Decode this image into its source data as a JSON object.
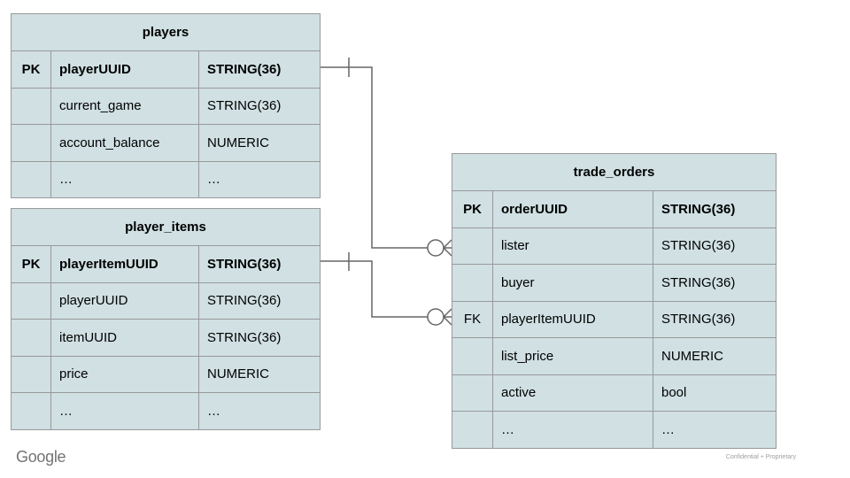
{
  "slide": {
    "brand": "Google",
    "footer_note": "Confidential + Proprietary"
  },
  "colors": {
    "background": "#ffffff",
    "table_fill": "#d0e0e3",
    "table_border": "#999999",
    "connector": "#666666",
    "text": "#000000",
    "brand_gray": "#737373",
    "footer_gray": "#9e9e9e"
  },
  "tables": [
    {
      "id": "players",
      "title": "players",
      "rows": [
        {
          "key": "PK",
          "name": "playerUUID",
          "type": "STRING(36)",
          "bold": true
        },
        {
          "key": "",
          "name": "current_game",
          "type": "STRING(36)"
        },
        {
          "key": "",
          "name": "account_balance",
          "type": "NUMERIC"
        },
        {
          "key": "",
          "name": "…",
          "type": "…"
        }
      ]
    },
    {
      "id": "player_items",
      "title": "player_items",
      "rows": [
        {
          "key": "PK",
          "name": "playerItemUUID",
          "type": "STRING(36)",
          "bold": true
        },
        {
          "key": "",
          "name": "playerUUID",
          "type": "STRING(36)"
        },
        {
          "key": "",
          "name": "itemUUID",
          "type": "STRING(36)"
        },
        {
          "key": "",
          "name": "price",
          "type": "NUMERIC"
        },
        {
          "key": "",
          "name": "…",
          "type": "…"
        }
      ]
    },
    {
      "id": "trade_orders",
      "title": "trade_orders",
      "rows": [
        {
          "key": "PK",
          "name": "orderUUID",
          "type": "STRING(36)",
          "bold": true
        },
        {
          "key": "",
          "name": "lister",
          "type": "STRING(36)"
        },
        {
          "key": "",
          "name": "buyer",
          "type": "STRING(36)"
        },
        {
          "key": "FK",
          "name": "playerItemUUID",
          "type": "STRING(36)"
        },
        {
          "key": "",
          "name": "list_price",
          "type": "NUMERIC"
        },
        {
          "key": "",
          "name": "active",
          "type": "bool"
        },
        {
          "key": "",
          "name": "…",
          "type": "…"
        }
      ]
    }
  ],
  "relationships": [
    {
      "from": "players.playerUUID",
      "to": "trade_orders.lister",
      "from_cardinality": "one",
      "to_cardinality": "zero-or-many"
    },
    {
      "from": "player_items.playerItemUUID",
      "to": "trade_orders.playerItemUUID",
      "from_cardinality": "one",
      "to_cardinality": "zero-or-many"
    }
  ]
}
